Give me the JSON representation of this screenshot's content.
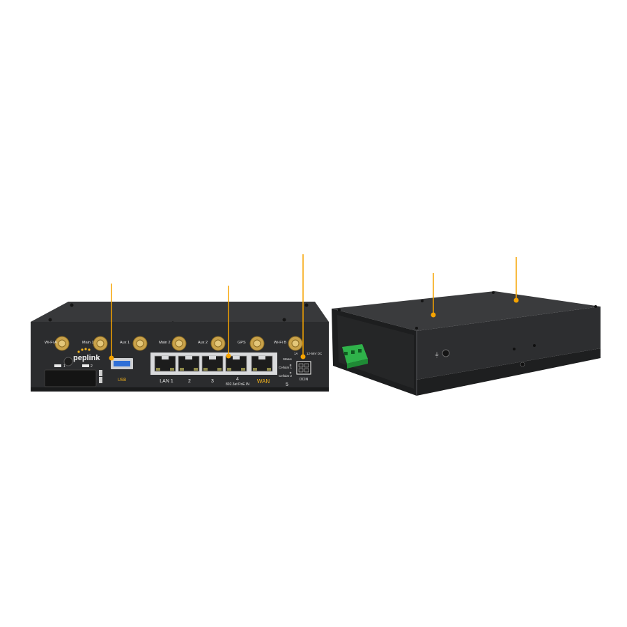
{
  "brand": "peplink",
  "colors": {
    "callout": "#f5a300",
    "chassis": "#2b2c2e",
    "chassis_dark": "#1a1b1c",
    "port_silver": "#d9dadc",
    "antenna_gold": "#c9a24a",
    "usb_blue": "#2f6fd6",
    "terminal_green": "#2fb24a",
    "label_white": "#e8e8e8",
    "label_yellow": "#f2b21c"
  },
  "front_panel": {
    "antennas": [
      "Wi-Fi A",
      "Main 1",
      "Aux 1",
      "Main 2",
      "Aux 2",
      "GPS",
      "Wi-Fi B"
    ],
    "sim_labels": [
      "1",
      "2"
    ],
    "usb_label": "USB",
    "port_labels": [
      "LAN 1",
      "2",
      "3",
      "4",
      "WAN"
    ],
    "poe_label": "802.3at PoE IN",
    "led_labels": [
      "Status",
      "Cellular 1",
      "Cellular 2"
    ],
    "power_labels": [
      "1A",
      "12-56V DC"
    ],
    "dcin_label": "DCIN",
    "misc_label": "5"
  },
  "callouts": [
    {
      "id": "usb"
    },
    {
      "id": "poe"
    },
    {
      "id": "dc-in"
    },
    {
      "id": "side-panel"
    },
    {
      "id": "top-cover"
    }
  ]
}
